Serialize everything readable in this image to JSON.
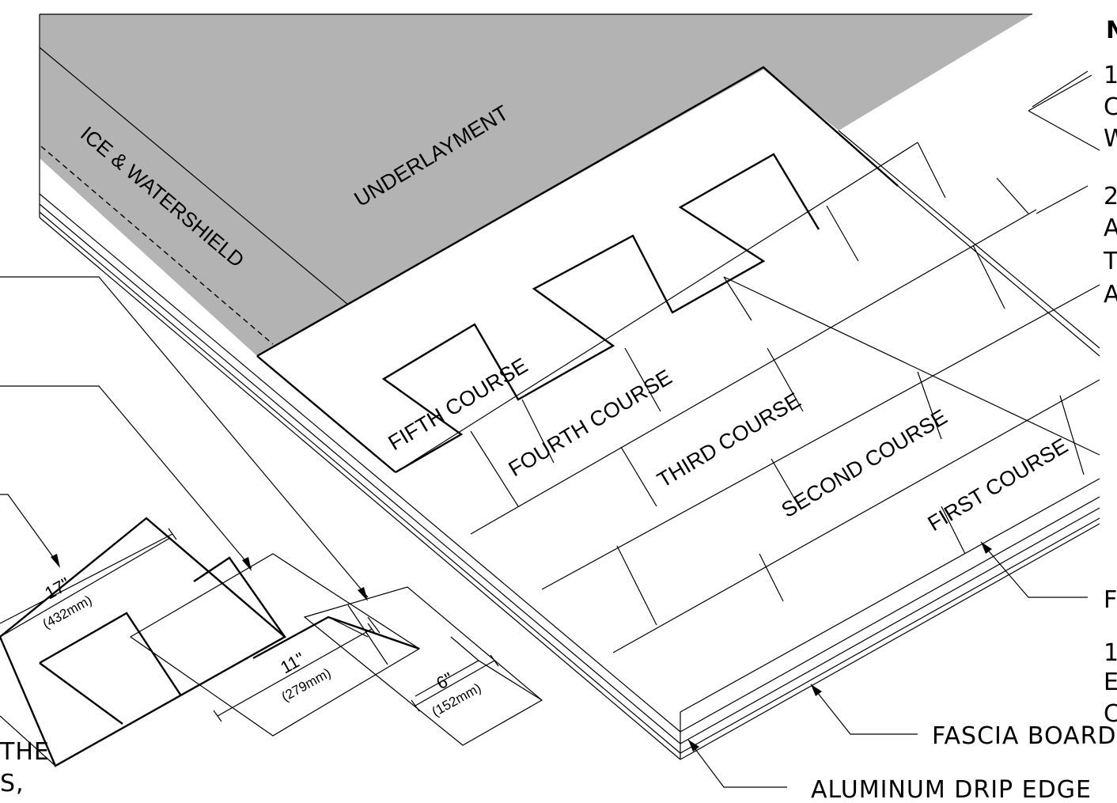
{
  "labels": {
    "underlayment": "UNDERLAYMENT",
    "ice_watershield": "ICE & WATERSHIELD",
    "fifth_course": "FIFTH COURSE",
    "fourth_course": "FOURTH COURSE",
    "third_course": "THIRD COURSE",
    "second_course": "SECOND COURSE",
    "first_course": "FIRST COURSE"
  },
  "dimensions": {
    "d17": "17\"",
    "d17_mm": "(432mm)",
    "d11": "11\"",
    "d11_mm": "(279mm)",
    "d6": "6\"",
    "d6_mm": "(152mm)"
  },
  "callouts": {
    "fascia": "FASCIA BOARD",
    "drip_edge": "ALUMINUM DRIP EDGE",
    "left_cut_line1": "THE",
    "left_cut_line2": "S,"
  },
  "notes": {
    "header": "N",
    "n1a": "1.",
    "n1b": "C",
    "n1c": "W",
    "n2a": "2",
    "n2b": "A",
    "n2c": "T",
    "n2d": "A",
    "r1": "F",
    "r2": "1.",
    "r3": "E",
    "r4": "C"
  },
  "colors": {
    "underlayment_fill": "#b3b3b3",
    "line": "#000000",
    "background": "#ffffff"
  }
}
